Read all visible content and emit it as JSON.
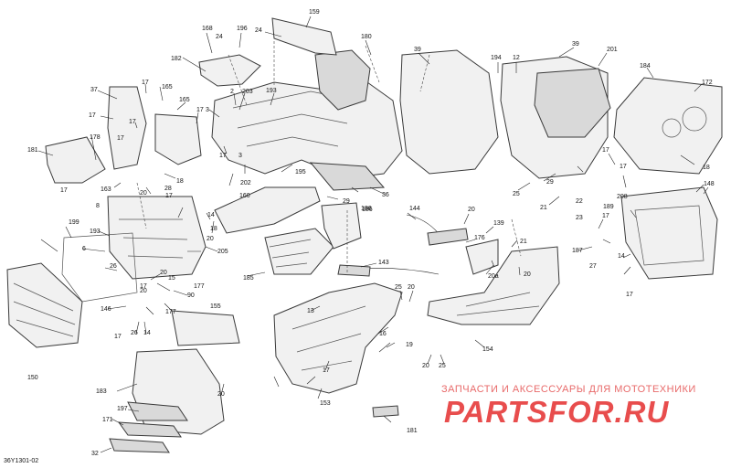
{
  "diagram": {
    "drawing_code": "36Y1301-02",
    "watermark": {
      "subtitle": "ЗАПЧАСТИ И АКСЕССУАРЫ ДЛЯ МОТОТЕХНИКИ",
      "logo": "PARTSFOR.RU"
    },
    "callouts": [
      "168",
      "196",
      "159",
      "24",
      "180",
      "24",
      "182",
      "2",
      "203",
      "193",
      "39",
      "194",
      "12",
      "39",
      "201",
      "37",
      "17",
      "165",
      "17",
      "3",
      "165",
      "17",
      "17",
      "184",
      "172",
      "17",
      "17",
      "18",
      "17",
      "181",
      "178",
      "17",
      "163",
      "28",
      "18",
      "20",
      "17",
      "186",
      "17",
      "3",
      "202",
      "195",
      "29",
      "36",
      "208",
      "22",
      "21",
      "25",
      "29",
      "160",
      "8",
      "199",
      "193",
      "14",
      "18",
      "20",
      "205",
      "186",
      "144",
      "20",
      "139",
      "176",
      "21",
      "189",
      "14",
      "187",
      "27",
      "17",
      "17",
      "23",
      "148",
      "6",
      "26",
      "17",
      "177",
      "15",
      "90",
      "20",
      "20",
      "185",
      "143",
      "20a",
      "20",
      "150",
      "146",
      "17",
      "26",
      "14",
      "177",
      "155",
      "13",
      "25",
      "20",
      "16",
      "19",
      "25",
      "20",
      "154",
      "17",
      "153",
      "183",
      "20",
      "197",
      "171",
      "32",
      "181"
    ]
  }
}
